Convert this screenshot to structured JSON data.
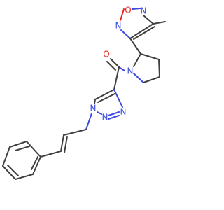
{
  "colors": {
    "carbon": "#404040",
    "nitrogen": "#3b49e0",
    "oxygen": "#e8261c",
    "background": "#ffffff"
  },
  "atom_labels": {
    "o_oxadiazole": "O",
    "n_oxadiazole_right": "N",
    "n_oxadiazole_left": "N",
    "o_carbonyl": "O",
    "n_pyrrolidine": "N",
    "n_triazole_1": "N",
    "n_triazole_2": "N",
    "n_triazole_3": "N"
  }
}
